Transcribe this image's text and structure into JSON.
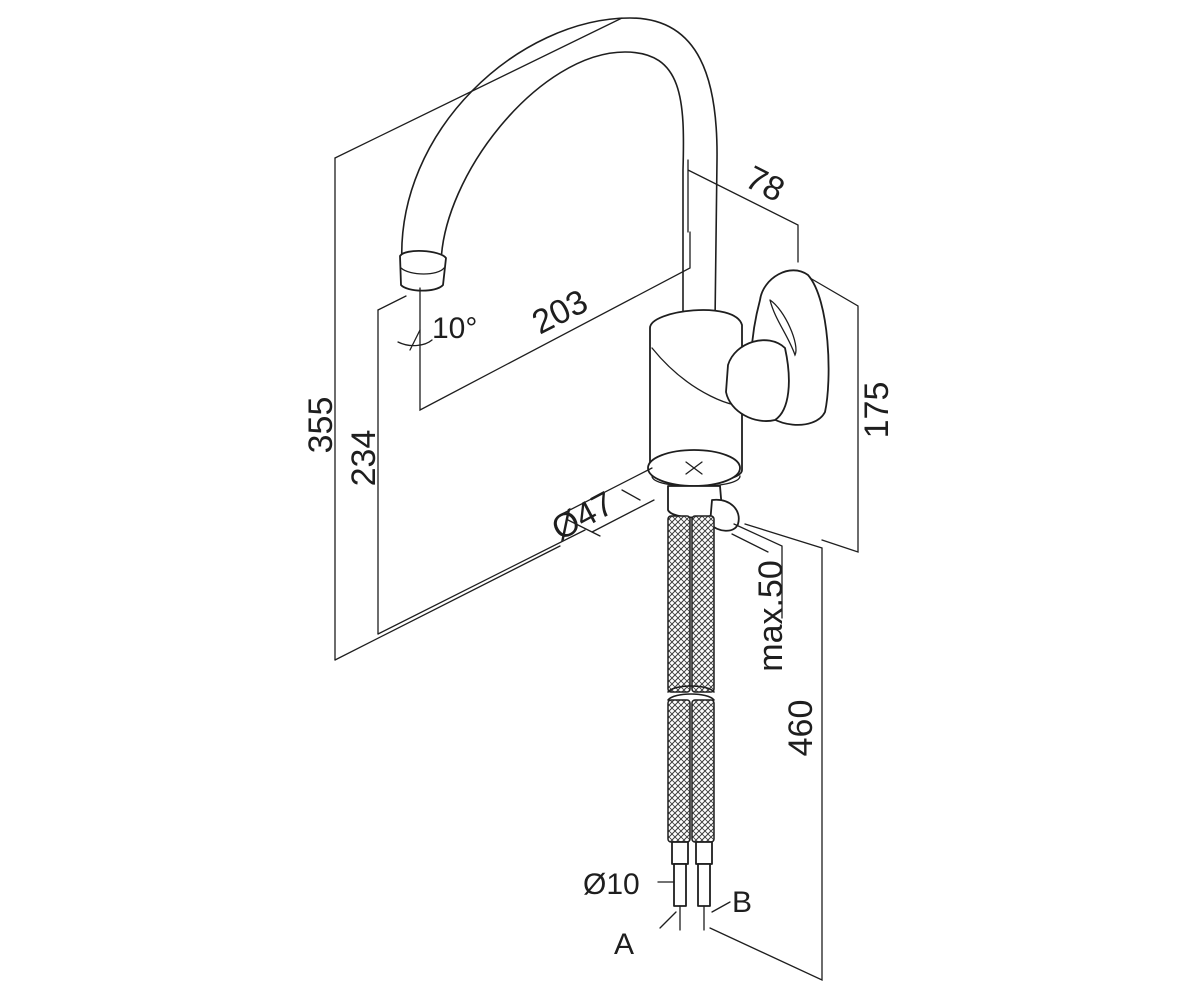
{
  "dimensions": {
    "total_height": "355",
    "spout_outlet_height": "234",
    "spout_reach": "203",
    "spout_angle": "10°",
    "handle_depth": "78",
    "body_height": "175",
    "base_diameter": "Ø47",
    "max_deck_thickness": "max.50",
    "hose_length": "460",
    "hose_diameter": "Ø10"
  },
  "connections": {
    "inlet_a": "A",
    "inlet_b": "B"
  }
}
